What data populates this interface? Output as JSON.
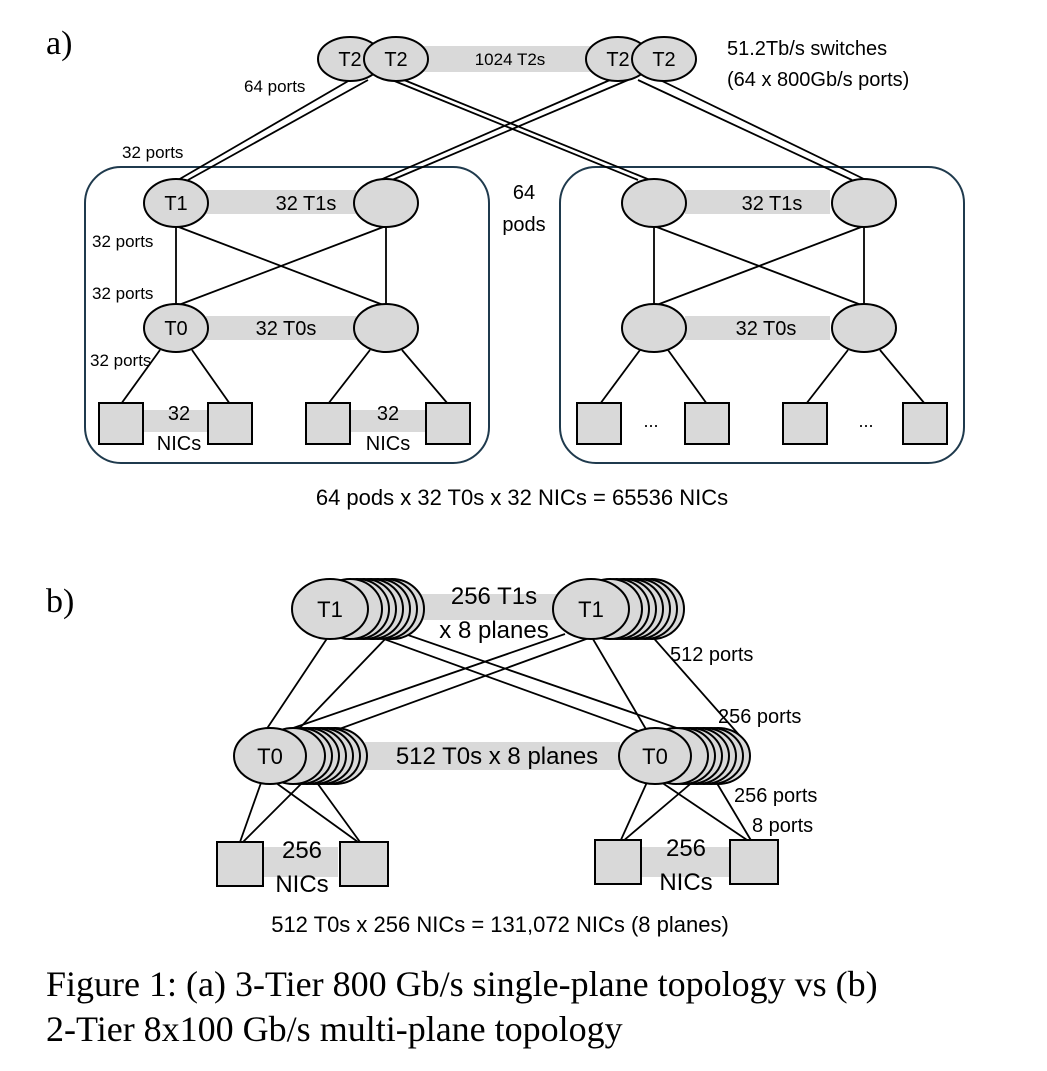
{
  "panel_a": {
    "label": "a)",
    "t2_switch": "T2",
    "t2_count": "1024 T2s",
    "switch_spec_line1": "51.2Tb/s switches",
    "switch_spec_line2": "(64 x 800Gb/s ports)",
    "t2_ports": "64 ports",
    "t1_up_ports": "32 ports",
    "t1_down_ports": "32 ports",
    "t0_up_ports": "32 ports",
    "t0_down_ports": "32 ports",
    "t1_switch": "T1",
    "t1_count": "32 T1s",
    "t0_switch": "T0",
    "t0_count": "32 T0s",
    "pods_count": "64",
    "pods_word": "pods",
    "nic_count": "32",
    "nic_word": "NICs",
    "ellipsis": "...",
    "total": "64 pods x 32 T0s x 32 NICs = 65536 NICs"
  },
  "panel_b": {
    "label": "b)",
    "t1_switch": "T1",
    "t1_count_line1": "256 T1s",
    "t1_count_line2": "x 8 planes",
    "t1_ports": "512 ports",
    "t0_switch": "T0",
    "t0_count": "512 T0s x 8 planes",
    "t0_up_ports": "256 ports",
    "t0_down_ports": "256 ports",
    "nic_ports": "8 ports",
    "nic_count": "256",
    "nic_word": "NICs",
    "total": "512 T0s x 256 NICs = 131,072 NICs (8 planes)"
  },
  "caption": {
    "line1": "Figure 1: (a) 3-Tier 800 Gb/s single-plane topology vs (b)",
    "line2": "2-Tier 8x100 Gb/s multi-plane topology"
  },
  "colors": {
    "node_fill": "#d9d9d9",
    "band_fill": "#d9d9d9",
    "pod_border": "#1f3a4d",
    "line": "#000000"
  }
}
